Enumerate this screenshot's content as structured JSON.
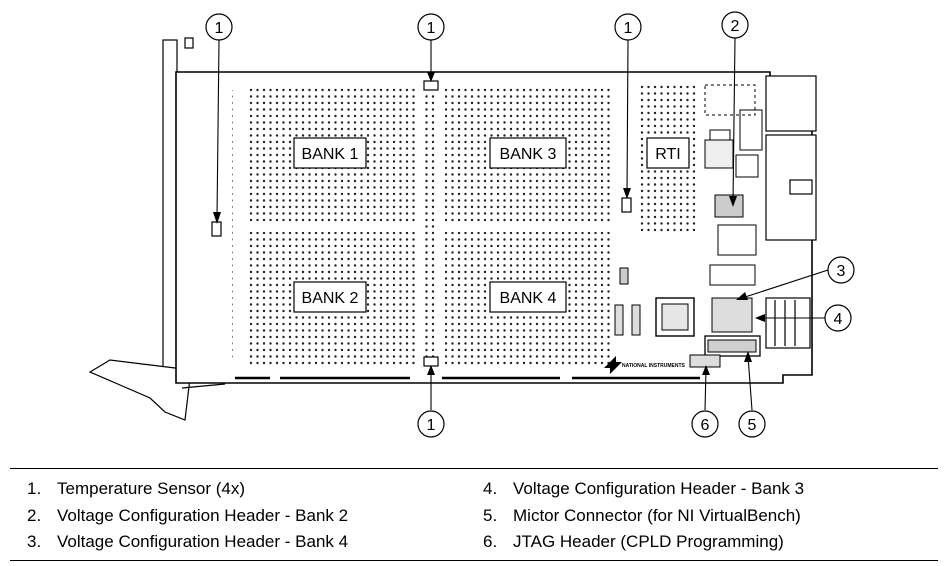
{
  "board": {
    "banks": [
      "BANK 1",
      "BANK 3",
      "BANK 2",
      "BANK 4"
    ],
    "rti": "RTI",
    "logo": "NATIONAL INSTRUMENTS"
  },
  "callouts": [
    "1",
    "1",
    "1",
    "2",
    "3",
    "4",
    "1",
    "6",
    "5"
  ],
  "legend": {
    "left": [
      {
        "num": "1.",
        "text": "Temperature Sensor (4x)"
      },
      {
        "num": "2.",
        "text": "Voltage Configuration Header - Bank 2"
      },
      {
        "num": "3.",
        "text": "Voltage Configuration Header - Bank 4"
      }
    ],
    "right": [
      {
        "num": "4.",
        "text": "Voltage Configuration Header - Bank 3"
      },
      {
        "num": "5.",
        "text": "Mictor Connector (for NI VirtualBench)"
      },
      {
        "num": "6.",
        "text": "JTAG Header (CPLD Programming)"
      }
    ]
  }
}
